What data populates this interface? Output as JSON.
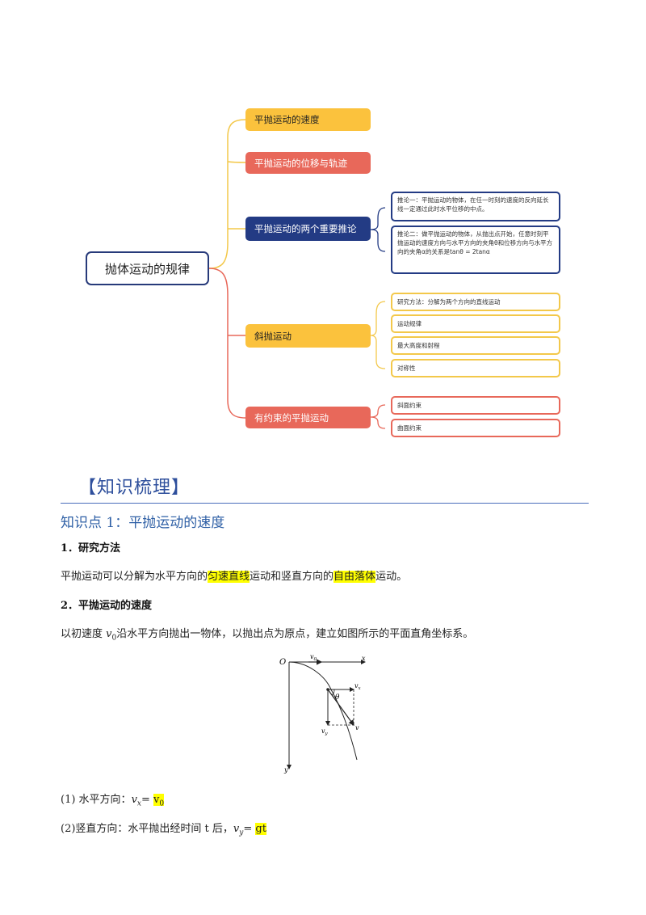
{
  "mindmap": {
    "root": "抛体运动的规律",
    "branches": [
      {
        "label": "平抛运动的速度"
      },
      {
        "label": "平抛运动的位移与轨迹"
      },
      {
        "label": "平抛运动的两个重要推论"
      },
      {
        "label": "斜抛运动"
      },
      {
        "label": "有约束的平抛运动"
      }
    ],
    "inferences": [
      "推论一：平抛运动的物体，在任一时刻的速度的反向延长线一定通过此时水平位移的中点。",
      "推论二：做平抛运动的物体，从抛出点开始，任意时刻平抛运动的速度方向与水平方向的夹角θ和位移方向与水平方向的夹角α的关系是tanθ = 2tanα"
    ],
    "oblique": [
      "研究方法：分解为两个方向的直线运动",
      "运动规律",
      "最大高度和射程",
      "对称性"
    ],
    "constrained": [
      "斜面约束",
      "曲面约束"
    ],
    "colors": {
      "yellow": "#fbc23d",
      "red": "#e8685a",
      "navy": "#233b84"
    }
  },
  "section": {
    "title": "【知识梳理】",
    "subtitle": "知识点 1：平抛运动的速度"
  },
  "item1": {
    "heading": "1．研究方法",
    "p1": "平抛运动可以分解为水平方向的",
    "h1": "匀速直线",
    "p2": "运动和竖直方向的",
    "h2": "自由落体",
    "p3": "运动。"
  },
  "item2": {
    "heading": "2．平抛运动的速度",
    "p1": "以初速度 ",
    "v0": "v",
    "v0sub": "0",
    "p2": "沿水平方向抛出一物体，以抛出点为原点，建立如图所示的平面直角坐标系。"
  },
  "figure": {
    "origin": "O",
    "xaxis": "x",
    "yaxis": "y",
    "v0": "v",
    "v0sub": "0",
    "vx": "v",
    "vxsub": "x",
    "vy": "v",
    "vysub": "y",
    "v": "v",
    "theta": "θ"
  },
  "line1": {
    "prefix": "(1) 水平方向：",
    "var": "v",
    "sub": "x",
    "eq": "= ",
    "ans": "v",
    "anssub": "0"
  },
  "line2": {
    "prefix": "(2)竖直方向：水平抛出经时间 t 后，",
    "var": "v",
    "sub": "y",
    "eq": "= ",
    "ans": "gt"
  }
}
